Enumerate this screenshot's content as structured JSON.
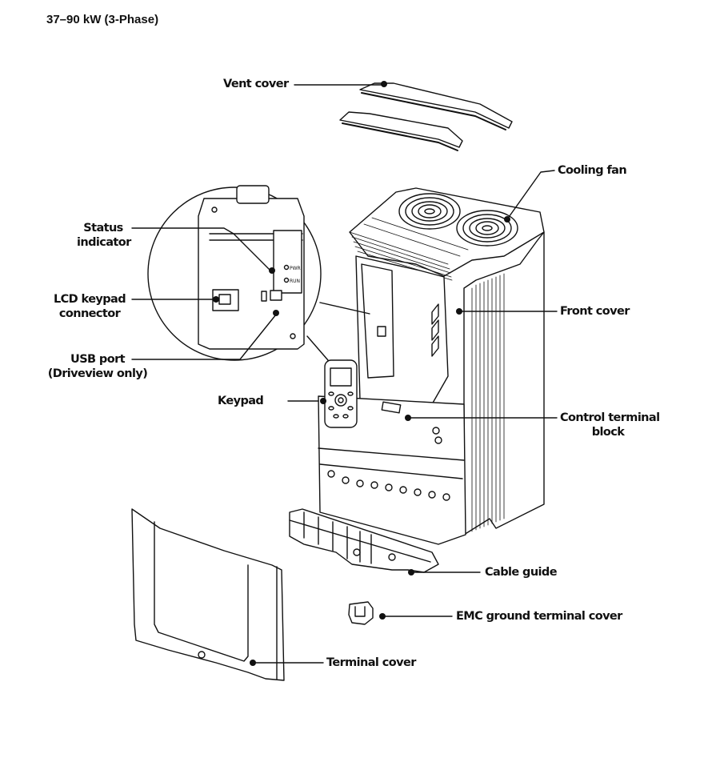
{
  "title": "37–90 kW (3-Phase)",
  "labels": {
    "vent_cover": "Vent cover",
    "cooling_fan": "Cooling fan",
    "status_indicator": [
      "Status",
      "indicator"
    ],
    "lcd_keypad_connector": [
      "LCD keypad",
      "connector"
    ],
    "usb_port": [
      "USB port",
      "(Driveview only)"
    ],
    "front_cover": "Front cover",
    "keypad": "Keypad",
    "control_terminal_block": [
      "Control terminal",
      "block"
    ],
    "cable_guide": "Cable guide",
    "emc_ground_terminal_cover": "EMC ground terminal cover",
    "terminal_cover": "Terminal cover"
  },
  "led_labels": [
    "PWR",
    "RUN"
  ]
}
